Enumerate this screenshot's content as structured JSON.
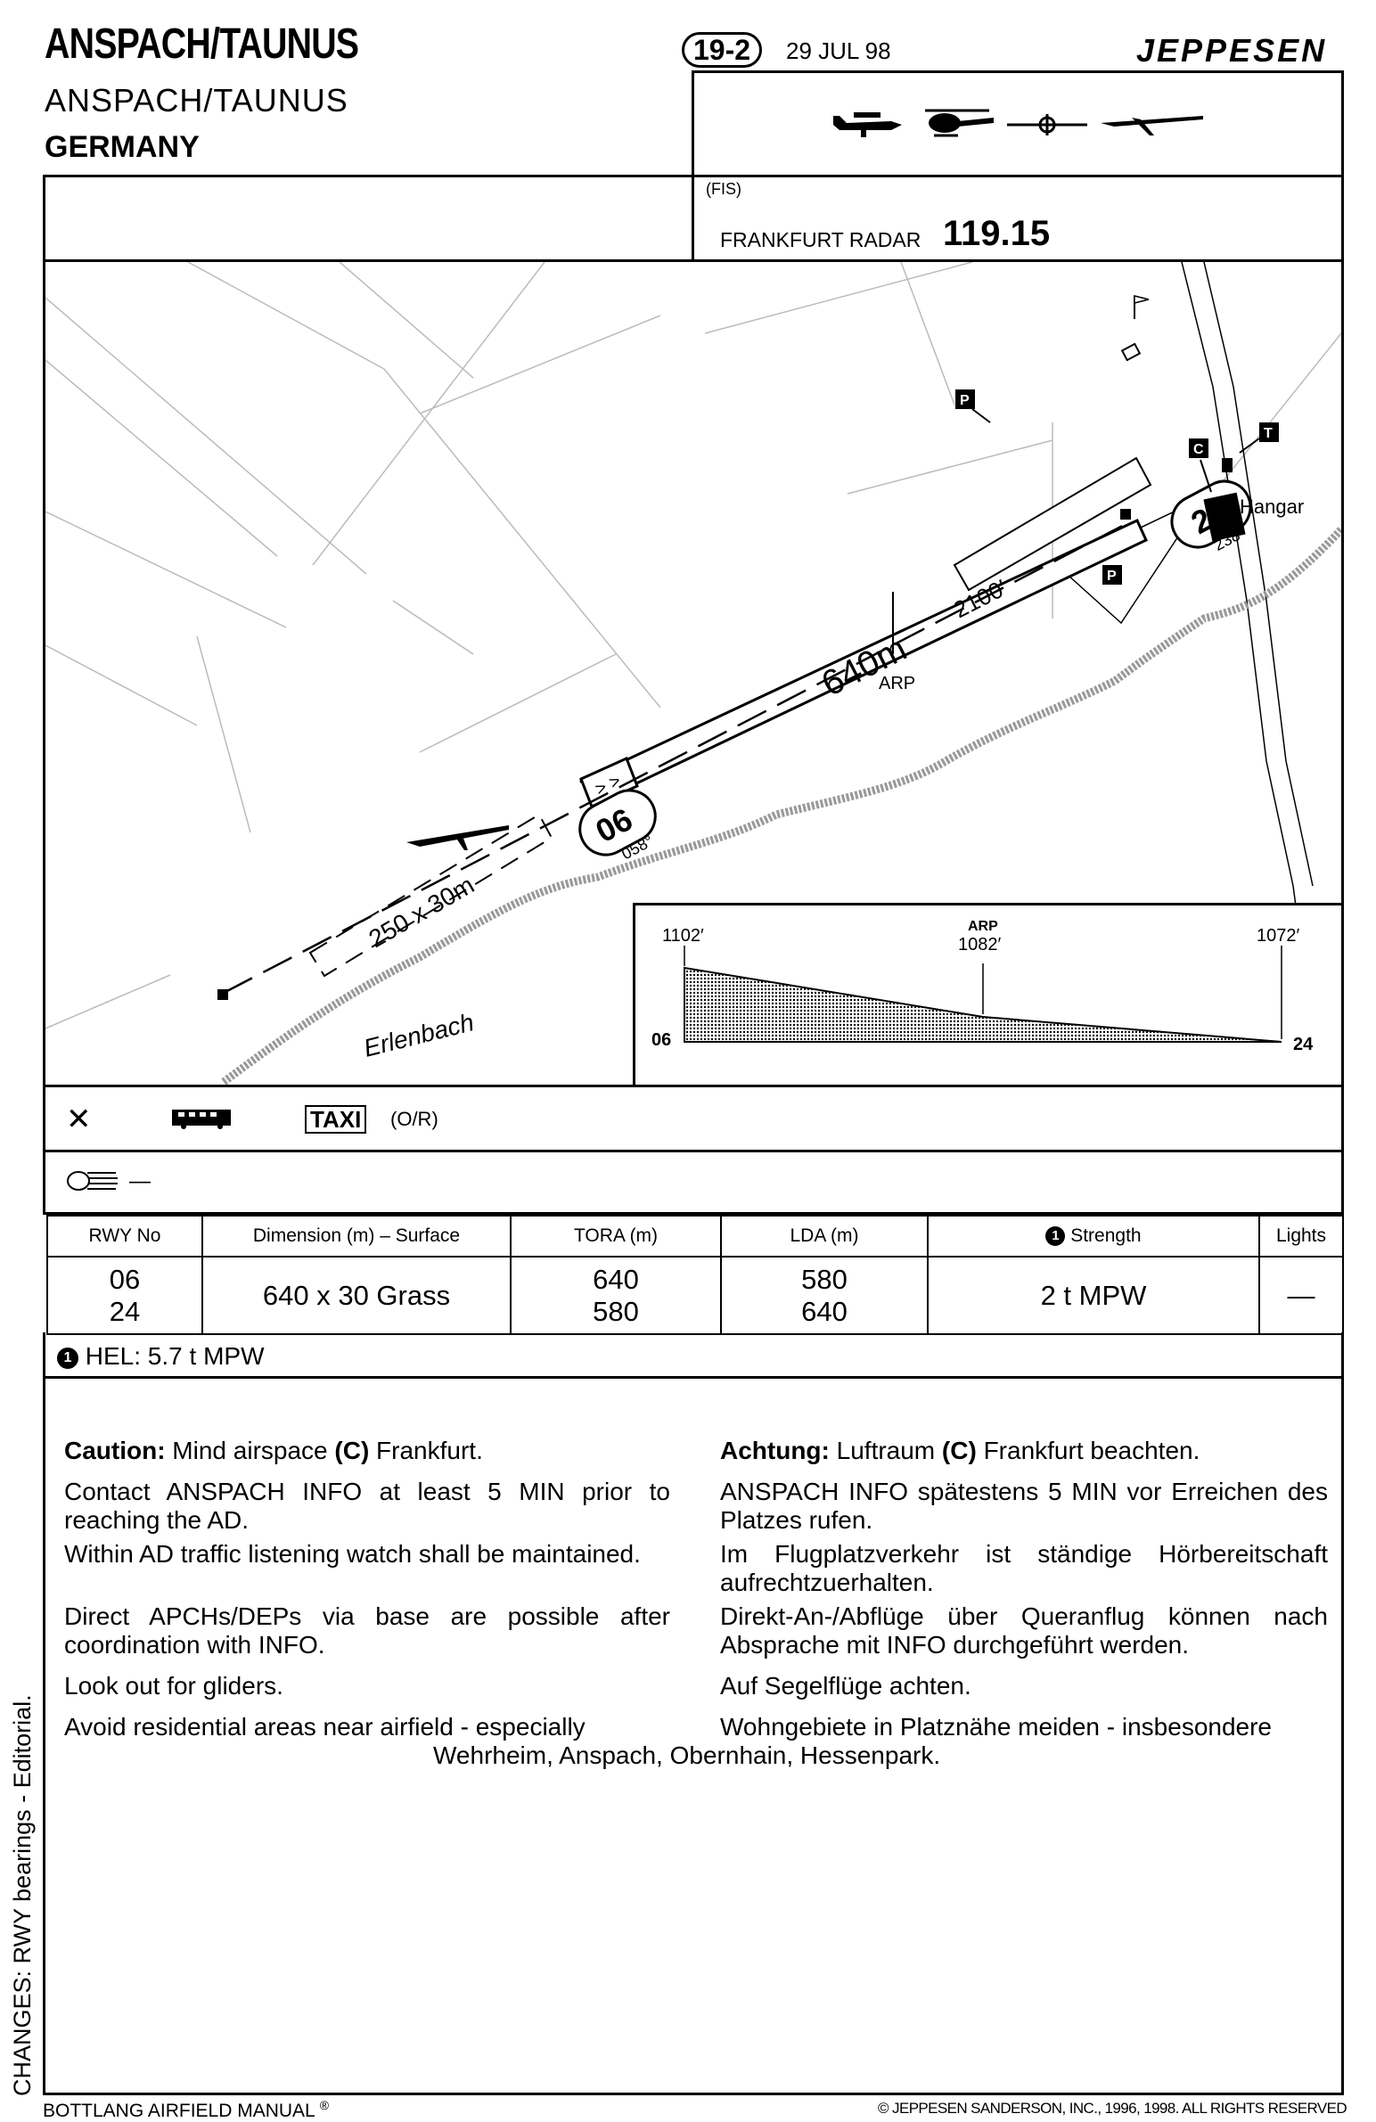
{
  "header": {
    "title": "ANSPACH/TAUNUS",
    "subtitle": "ANSPACH/TAUNUS",
    "country": "GERMANY",
    "chart_index": "19-2",
    "date": "29 JUL 98",
    "brand": "JEPPESEN"
  },
  "aircraft_types": [
    "airplane-icon",
    "helicopter-icon",
    "ultralight-icon",
    "glider-icon"
  ],
  "comms": {
    "fis_label": "(FIS)",
    "radio_name": "FRANKFURT RADAR",
    "frequency": "119.15"
  },
  "map": {
    "rwy06_label": "06",
    "rwy06_bearing": "058°",
    "rwy24_label": "24",
    "rwy24_bearing": "238°",
    "runway_length": "640m",
    "elevation": "2100′",
    "arp_label": "ARP",
    "glider_strip": "250 x 30m",
    "hangar_label": "Hangar",
    "stream_label": "Erlenbach",
    "parking_label": "P",
    "customs_label": "C",
    "tower_label": "T",
    "threshold_marks": "> >"
  },
  "profile": {
    "elev_06": "1102′",
    "arp_label": "ARP",
    "elev_arp": "1082′",
    "elev_24": "1072′",
    "rwy_left": "06",
    "rwy_right": "24"
  },
  "services": {
    "taxi_label": "TAXI",
    "taxi_note": "(O/R)",
    "lighting_value": "—"
  },
  "runway_table": {
    "headers": [
      "RWY No",
      "Dimension (m) – Surface",
      "TORA (m)",
      "LDA (m)",
      "Strength",
      "Lights"
    ],
    "note_marker": "1",
    "rwy_numbers": [
      "06",
      "24"
    ],
    "dimension_surface": "640 x 30 Grass",
    "tora": [
      "640",
      "580"
    ],
    "lda": [
      "580",
      "640"
    ],
    "strength": "2 t MPW",
    "lights": "—",
    "footnote": "HEL: 5.7 t MPW"
  },
  "notes": {
    "en": {
      "caution_label": "Caution:",
      "caution_a": " Mind airspace ",
      "caution_b": "(C)",
      "caution_c": " Frankfurt.",
      "contact": "Contact ANSPACH INFO at least 5 MIN prior to reaching the AD.",
      "listening": "Within AD traffic listening watch shall be maintained.",
      "direct": "Direct APCHs/DEPs via base are possible after coordination with INFO.",
      "gliders": "Look out for gliders.",
      "avoid": "Avoid residential areas near airfield - especially"
    },
    "de": {
      "caution_label": "Achtung:",
      "caution_a": " Luftraum ",
      "caution_b": "(C)",
      "caution_c": " Frankfurt beachten.",
      "contact": "ANSPACH INFO spätestens 5 MIN vor Erreichen des Platzes rufen.",
      "listening": "Im Flugplatzverkehr ist ständige Hörbereitschaft aufrechtzuerhalten.",
      "direct": "Direkt-An-/Abflüge über Queranflug können nach Absprache mit INFO durchgeführt werden.",
      "gliders": "Auf Segelflüge achten.",
      "avoid": "Wohngebiete in Platznähe meiden - insbesondere"
    },
    "places": "Wehrheim, Anspach, Obernhain, Hessenpark."
  },
  "footer": {
    "changes": "CHANGES: RWY bearings - Editorial.",
    "manual": "BOTTLANG AIRFIELD MANUAL",
    "registered": "®",
    "copyright": "© JEPPESEN SANDERSON, INC., 1996, 1998. ALL RIGHTS RESERVED"
  }
}
